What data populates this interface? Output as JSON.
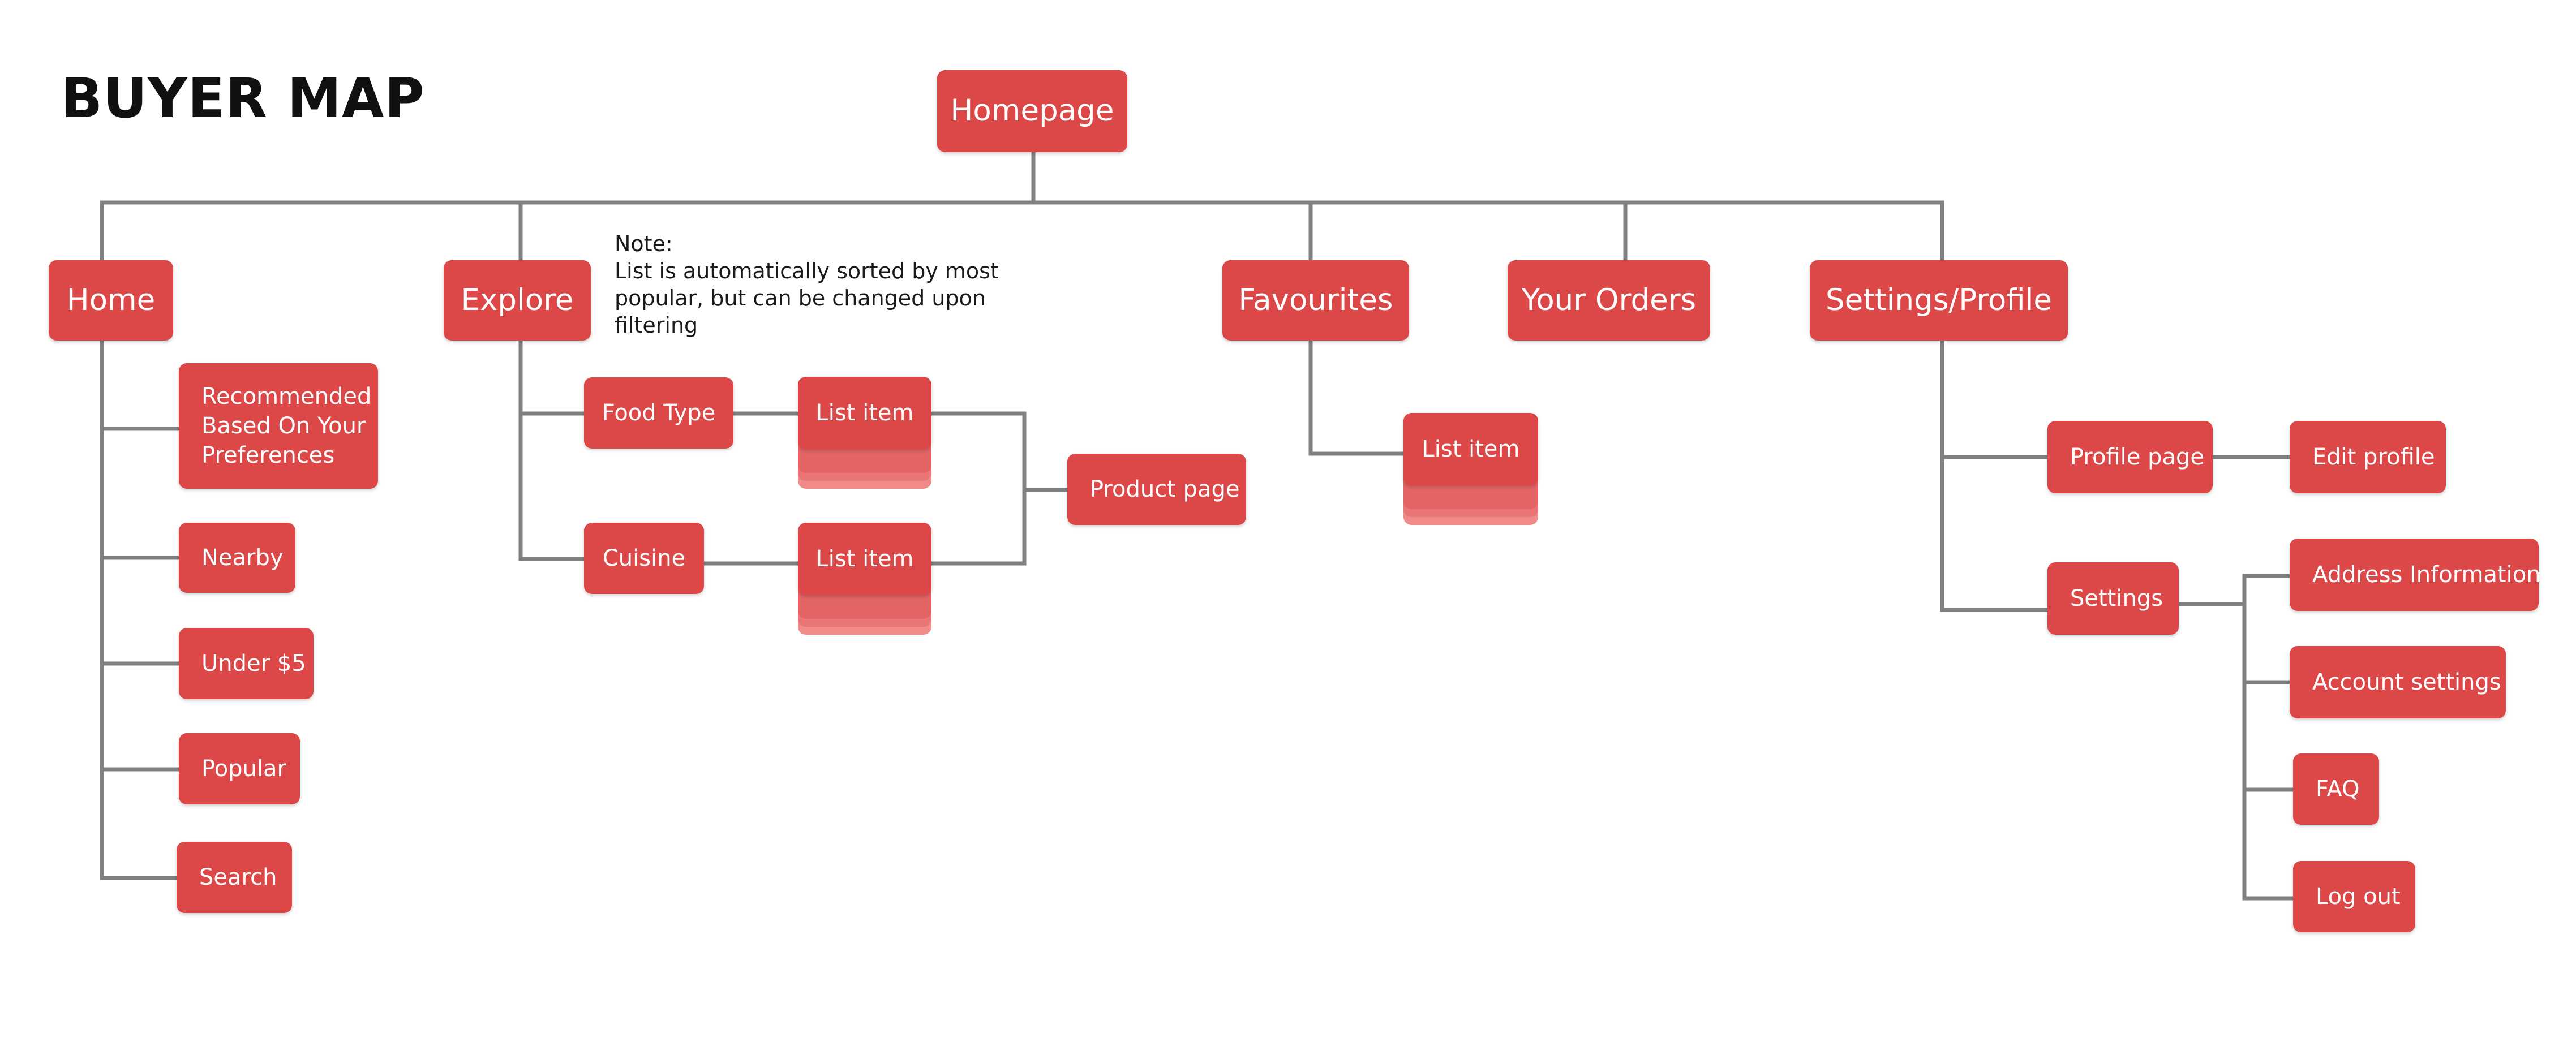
{
  "title": "BUYER MAP",
  "note": {
    "heading": "Note:",
    "text": "List is automatically sorted by most popular, but can be changed upon filtering"
  },
  "colors": {
    "node": "#dc4848",
    "stack_light": "#f28a8a",
    "line": "#808080",
    "text": "#ffffff"
  },
  "nodes": {
    "homepage": "Homepage",
    "home": "Home",
    "explore": "Explore",
    "favourites": "Favourites",
    "your_orders": "Your Orders",
    "settings_profile": "Settings/Profile",
    "recommended": "Recommended Based On Your Preferences",
    "nearby": "Nearby",
    "under5": "Under $5",
    "popular": "Popular",
    "search": "Search",
    "food_type": "Food Type",
    "cuisine": "Cuisine",
    "list_item_food": "List item",
    "list_item_cuisine": "List item",
    "list_item_fav": "List item",
    "product_page": "Product page",
    "profile_page": "Profile page",
    "edit_profile": "Edit profile",
    "settings": "Settings",
    "address_information": "Address Information",
    "account_settings": "Account settings",
    "faq": "FAQ",
    "log_out": "Log out"
  }
}
